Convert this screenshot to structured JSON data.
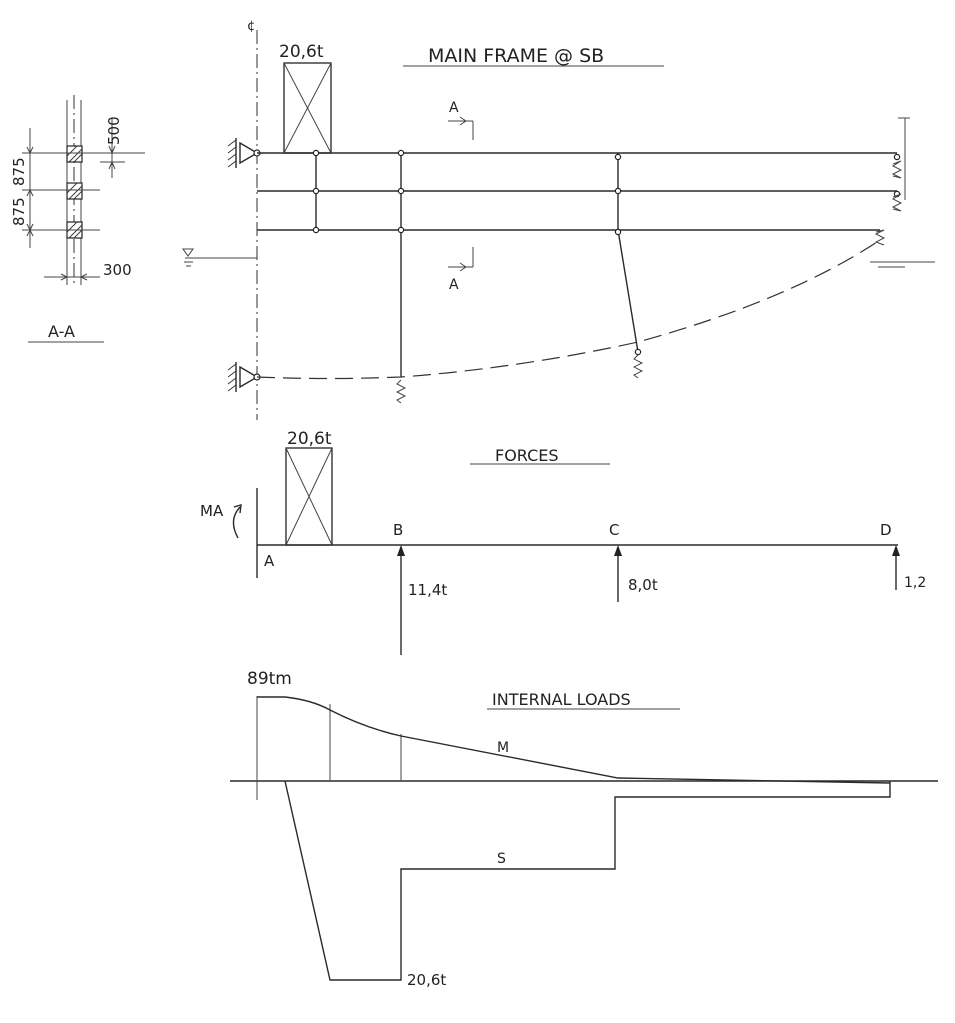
{
  "main_frame": {
    "title": "MAIN FRAME @ SB",
    "load_label": "20,6t",
    "section_mark": "A"
  },
  "section": {
    "title": "A-A",
    "dim_top": "500",
    "dim_spacing_1": "875",
    "dim_spacing_2": "875",
    "dim_width": "300"
  },
  "forces": {
    "title": "FORCES",
    "load_label": "20,6t",
    "moment_label": "MA",
    "nodes": [
      "A",
      "B",
      "C",
      "D"
    ],
    "reaction_b": "11,4t",
    "reaction_c": "8,0t",
    "reaction_d": "1,2"
  },
  "internal_loads": {
    "title": "INTERNAL LOADS",
    "moment_max": "89tm",
    "moment_label": "M",
    "shear_label": "S",
    "shear_max": "20,6t"
  }
}
